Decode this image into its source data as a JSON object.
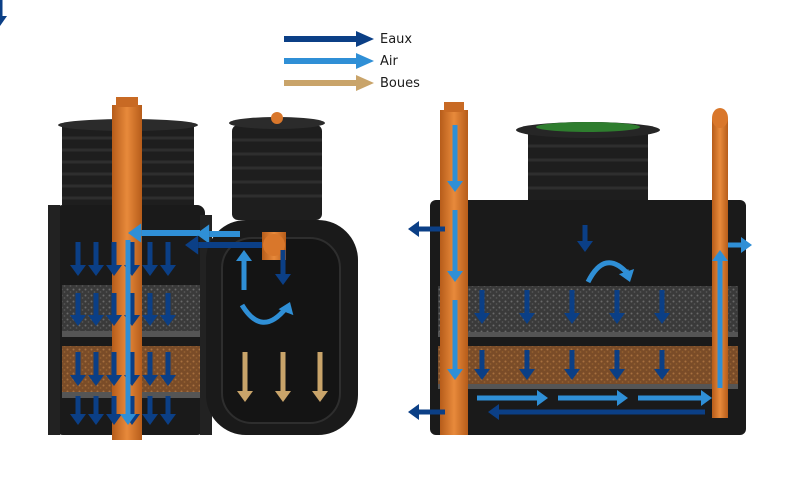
{
  "legend": [
    {
      "label": "Eaux",
      "color": "#0b3f86"
    },
    {
      "label": "Air",
      "color": "#2f8fd6"
    },
    {
      "label": "Boues",
      "color": "#c9a46a"
    }
  ],
  "colors": {
    "tank_body": "#1a1a1a",
    "tank_wall": "#2b2b2b",
    "pipe": "#d9772b",
    "pipe_dark": "#b65c1a",
    "filter_black": "#3a3a3a",
    "filter_brown": "#8a5a32",
    "lid_green": "#2e7d2e"
  },
  "icons": [
    "arrow-right-icon"
  ]
}
